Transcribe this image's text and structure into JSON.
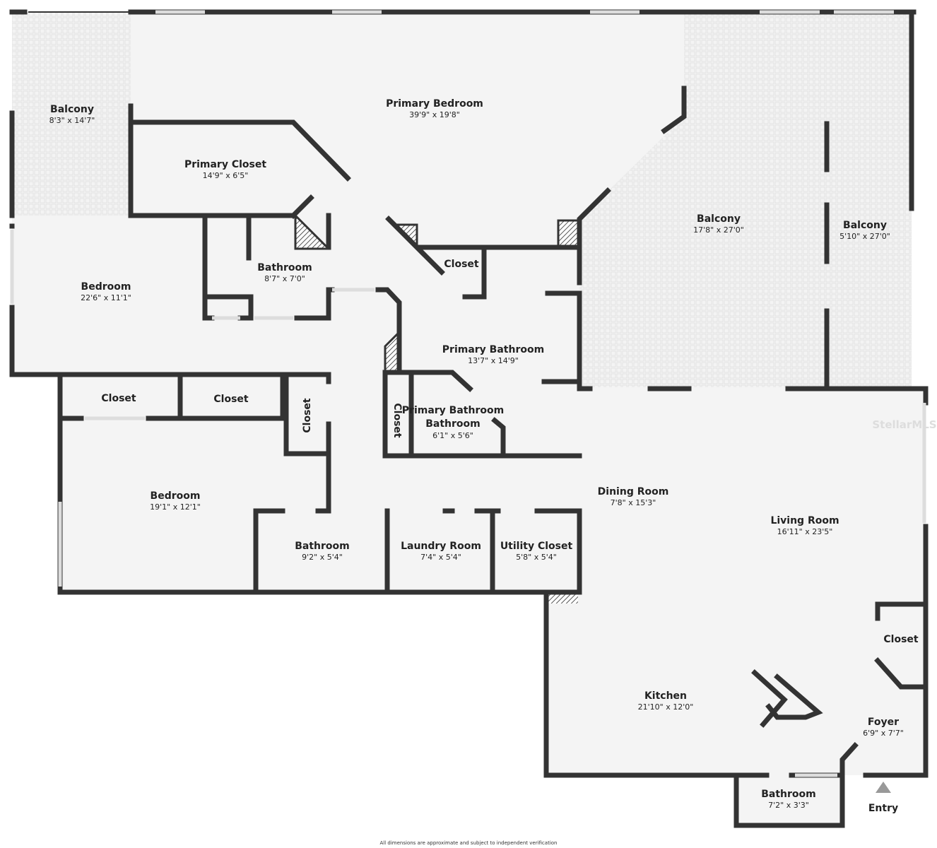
{
  "rooms": [
    {
      "name": "Balcony",
      "dims": "8'3\" x 14'7\""
    },
    {
      "name": "Primary Bedroom",
      "dims": "39'9\" x 19'8\""
    },
    {
      "name": "Primary Closet",
      "dims": "14'9\" x 6'5\""
    },
    {
      "name": "Bathroom",
      "dims": "8'7\" x 7'0\""
    },
    {
      "name": "Bedroom",
      "dims": "22'6\" x 11'1\""
    },
    {
      "name": "Closet",
      "dims": ""
    },
    {
      "name": "Balcony",
      "dims": "17'8\" x 27'0\""
    },
    {
      "name": "Balcony",
      "dims": "5'10\" x 27'0\""
    },
    {
      "name": "Primary Bathroom",
      "dims": "13'7\" x 14'9\""
    },
    {
      "name": "Closet",
      "dims": ""
    },
    {
      "name": "Closet",
      "dims": ""
    },
    {
      "name": "Closet",
      "dims": ""
    },
    {
      "name": "Closet",
      "dims": ""
    },
    {
      "name": "Primary Bathroom",
      "dims": "6'1\" x 5'6\""
    },
    {
      "name": "Bedroom",
      "dims": "19'1\" x 12'1\""
    },
    {
      "name": "Dining Room",
      "dims": "7'8\" x 15'3\""
    },
    {
      "name": "Living Room",
      "dims": "16'11\" x 23'5\""
    },
    {
      "name": "Bathroom",
      "dims": "9'2\" x 5'4\""
    },
    {
      "name": "Laundry Room",
      "dims": "7'4\" x 5'4\""
    },
    {
      "name": "Utility Closet",
      "dims": "5'8\" x 5'4\""
    },
    {
      "name": "Closet",
      "dims": ""
    },
    {
      "name": "Kitchen",
      "dims": "21'10\" x 12'0\""
    },
    {
      "name": "Foyer",
      "dims": "6'9\" x 7'7\""
    },
    {
      "name": "Bathroom",
      "dims": "7'2\" x 3'3\""
    }
  ],
  "entry_label": "Entry",
  "watermark": "StellarMLS",
  "footnote": "All dimensions are approximate and subject to independent verification",
  "colors": {
    "wall": "#333333",
    "floor": "#f4f4f4",
    "entry_arrow": "#999999"
  }
}
